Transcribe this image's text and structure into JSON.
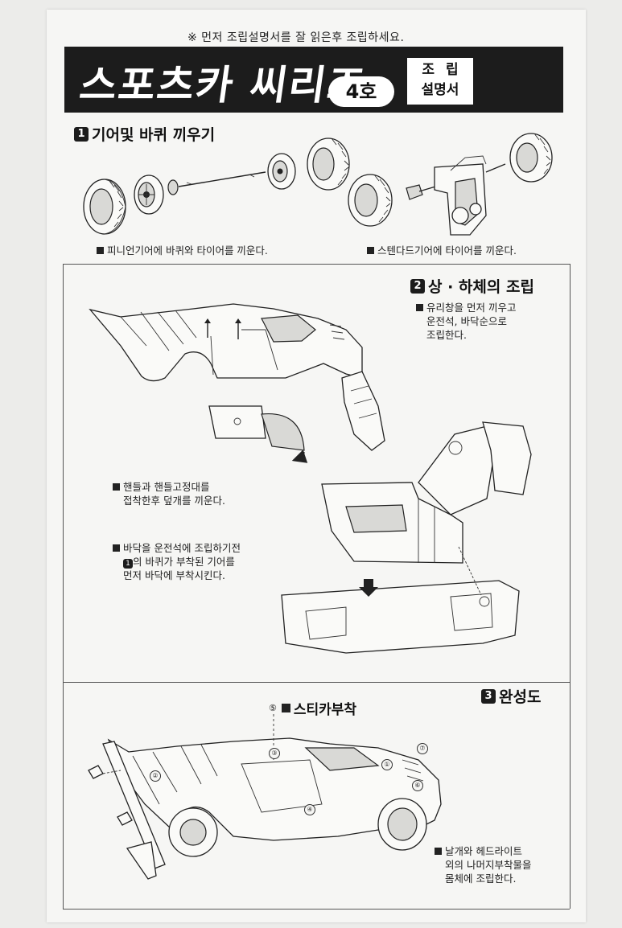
{
  "header": {
    "note": "※ 먼저 조립설명서를 잘 읽은후 조립하세요.",
    "title": "스포츠카 씨리즈",
    "number": "4호",
    "label_line1": "조립",
    "label_line2": "설명서"
  },
  "step1": {
    "num": "1",
    "title": "기어및 바퀴 끼우기",
    "caption_left": "피니언기어에 바퀴와 타이어를 끼운다.",
    "caption_right": "스텐다드기어에 타이어를 끼운다."
  },
  "step2": {
    "num": "2",
    "title": "상 · 하체의 조립",
    "caption_top": [
      "유리창을 먼저 끼우고",
      "운전석, 바닥순으로",
      "조립한다."
    ],
    "caption_mid": [
      "핸들과 핸들고정대를",
      "접착한후 덮개를 끼운다."
    ],
    "caption_bottom_pre": "바닥을 운전석에 조립하기전",
    "caption_bottom_num": "1",
    "caption_bottom_rest": [
      "의 바퀴가 부착된 기어를",
      "먼저 바닥에 부착시킨다."
    ]
  },
  "step3": {
    "num": "3",
    "title": "완성도",
    "sticker_num": "⑤",
    "sticker_title": "스티카부착",
    "caption": [
      "날개와 헤드라이트",
      "외의 나머지부착물을",
      "몸체에 조립한다."
    ],
    "callouts": [
      "①",
      "②",
      "③",
      "④",
      "⑥",
      "⑦"
    ]
  }
}
